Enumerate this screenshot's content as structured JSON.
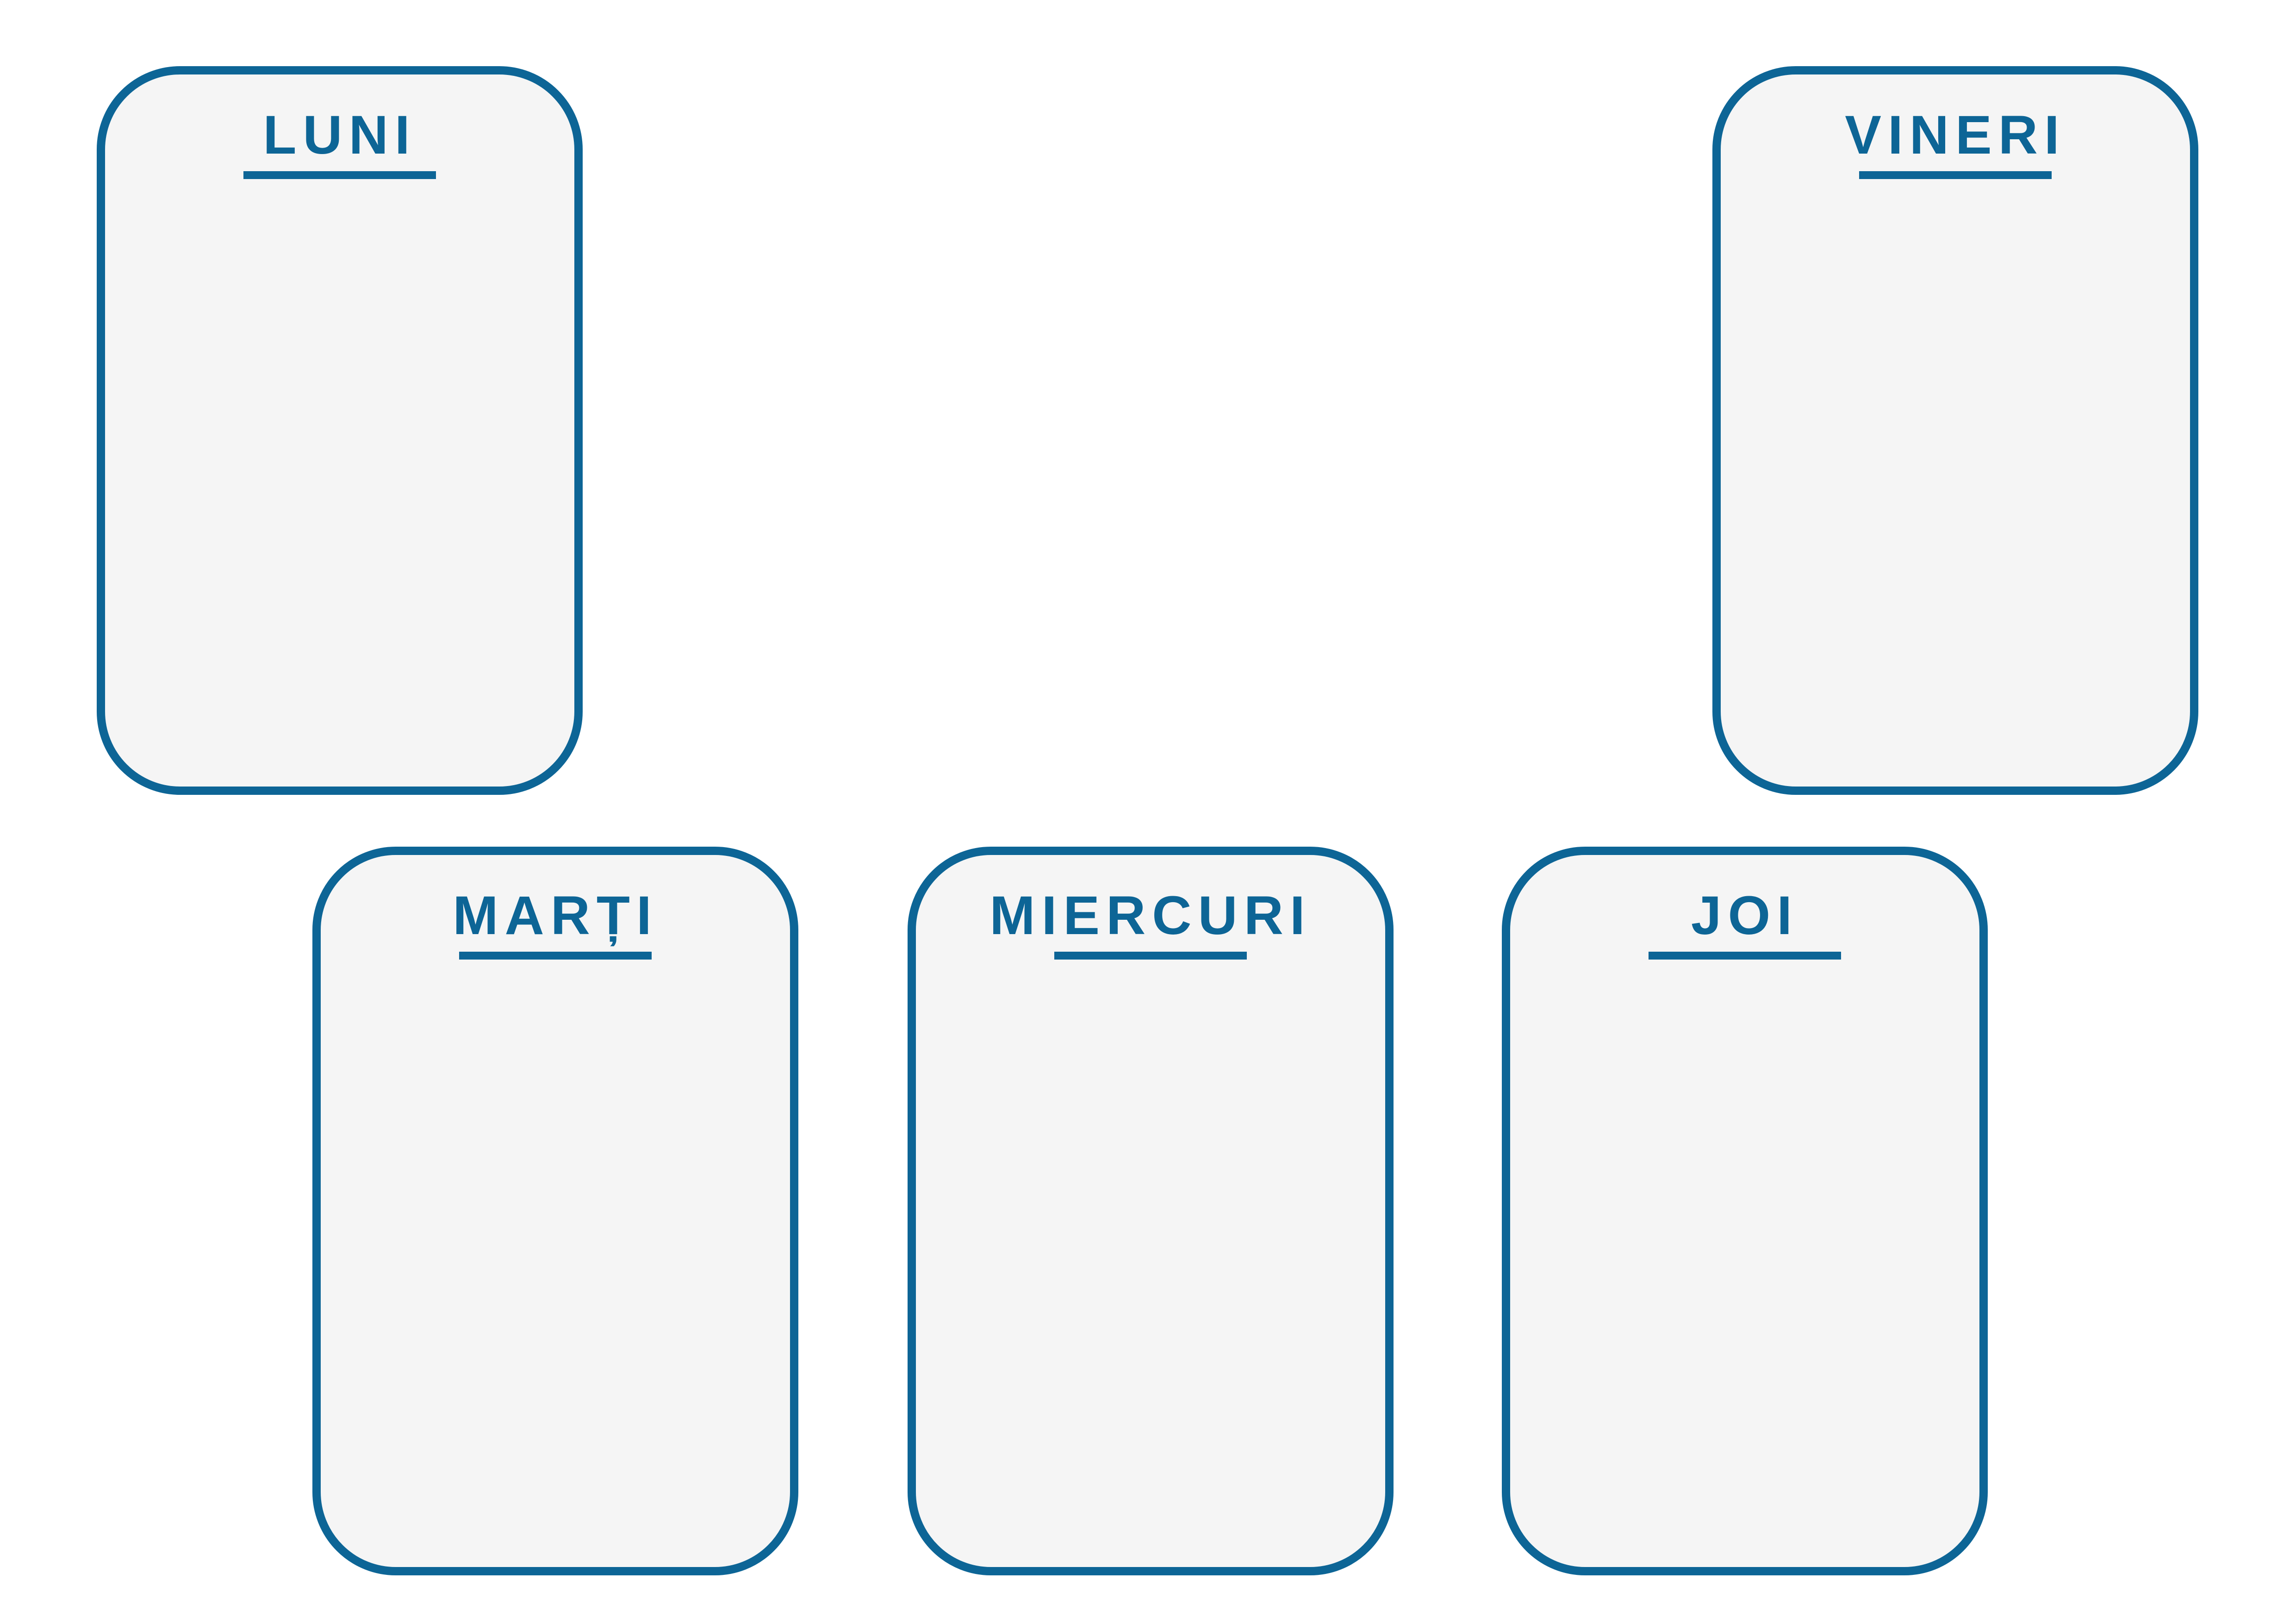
{
  "accent_color": "#0d6596",
  "card_fill_color": "#f5f5f5",
  "days": {
    "luni": "LUNI",
    "marti": "MARȚI",
    "miercuri": "MIERCURI",
    "joi": "JOI",
    "vineri": "VINERI"
  }
}
